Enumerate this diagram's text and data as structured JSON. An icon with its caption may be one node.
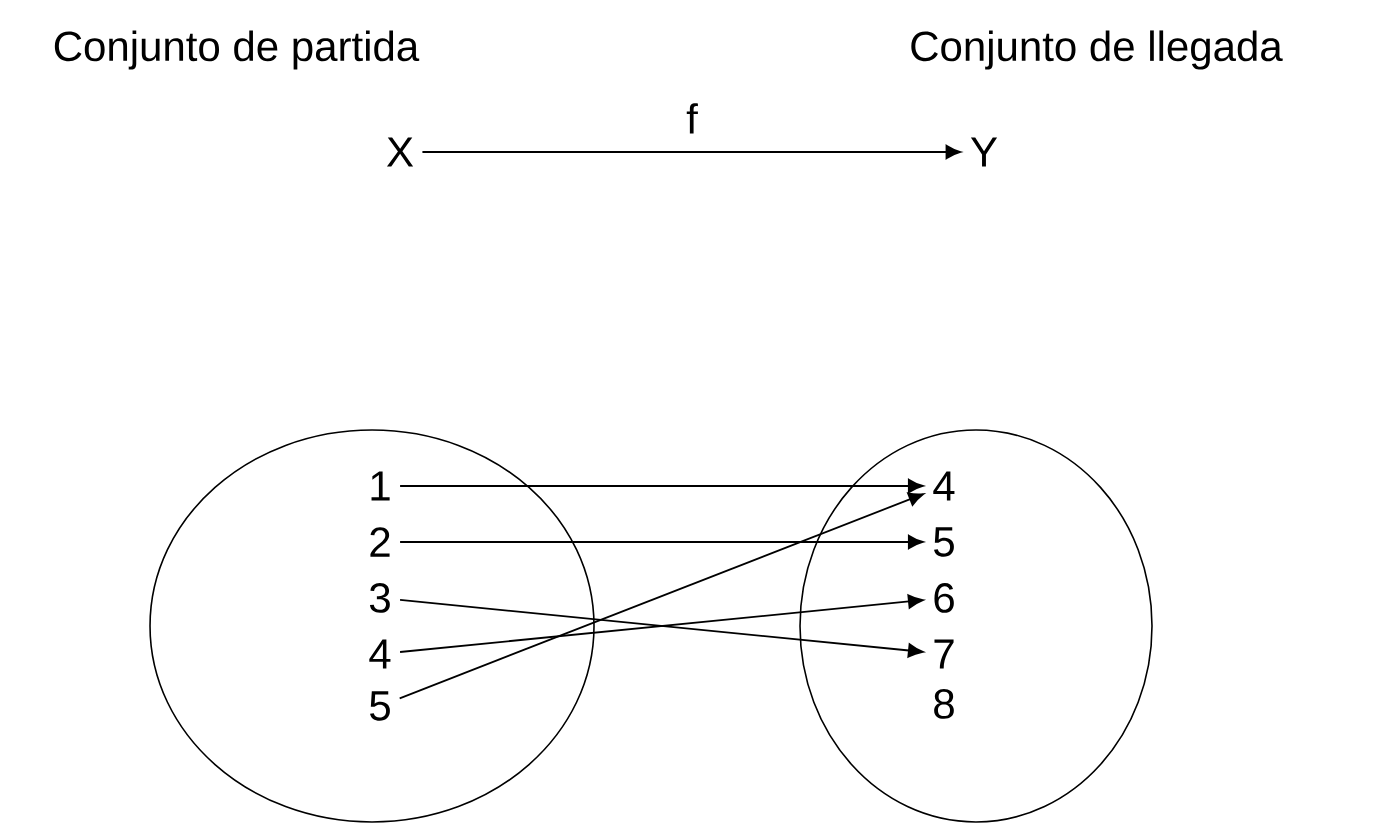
{
  "diagram": {
    "nodes": [
      {
        "text": [
          "X"
        ]
      },
      {
        "text": [
          "Y"
        ]
      },
      {
        "text": [],
        "shape": "ellipse"
      },
      {
        "text": [
          "1"
        ],
        "in": 2
      },
      {
        "text": [
          "2"
        ],
        "in": 2
      },
      {
        "text": [
          "3"
        ],
        "in": 2
      },
      {
        "text": [
          "4"
        ],
        "in": 2
      },
      {
        "text": [
          "5"
        ],
        "in": 2
      },
      {
        "text": [],
        "shape": "ellipse"
      },
      {
        "text": [
          "4"
        ],
        "in": 8
      },
      {
        "text": [
          "5"
        ],
        "in": 8
      },
      {
        "text": [
          "6"
        ],
        "in": 8
      },
      {
        "text": [
          "7"
        ],
        "in": 8
      },
      {
        "text": [
          "8"
        ],
        "in": 8
      }
    ],
    "edges": [
      {
        "from": 0,
        "to": 1,
        "arrow": "to",
        "label": "f"
      },
      {
        "from": 3,
        "to": 9,
        "arrow": "to"
      },
      {
        "from": 4,
        "to": 10,
        "arrow": "to"
      },
      {
        "from": 5,
        "to": 12,
        "arrow": "to"
      },
      {
        "from": 6,
        "to": 11,
        "arrow": "to"
      },
      {
        "from": 7,
        "to": 9,
        "arrow": "to"
      }
    ],
    "labels": [
      "Conjunto de partida",
      "Conjunto de llegada"
    ]
  }
}
